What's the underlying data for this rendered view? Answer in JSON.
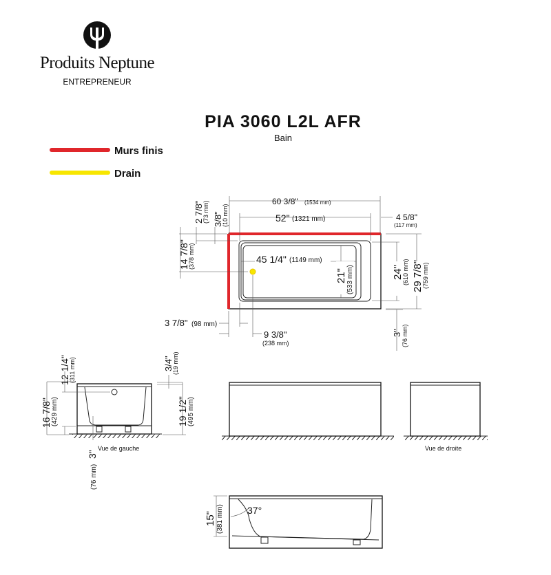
{
  "brand": {
    "name": "Produits Neptune",
    "subtitle": "ENTREPRENEUR"
  },
  "title": {
    "model": "PIA 3060 L2L AFR",
    "type": "Bain"
  },
  "legend": [
    {
      "label": "Murs finis",
      "color": "#e0262b"
    },
    {
      "label": "Drain",
      "color": "#f7e600"
    }
  ],
  "plan": {
    "overall_length": {
      "in": "60 3/8\"",
      "mm": "(1534 mm)"
    },
    "inner_length": {
      "in": "52\"",
      "mm": "(1321 mm)"
    },
    "right_rim": {
      "in": "4 5/8\"",
      "mm": "(117 mm)"
    },
    "top_offset": {
      "in": "2 7/8\"",
      "mm": "(73 mm)"
    },
    "rim_offset": {
      "in": "3/8\"",
      "mm": "(10 mm)"
    },
    "drain_y": {
      "in": "14 7/8\"",
      "mm": "(378 mm)"
    },
    "bottom_length": {
      "in": "45 1/4\"",
      "mm": "(1149 mm)"
    },
    "bottom_width": {
      "in": "21\"",
      "mm": "(533 mm)"
    },
    "inner_width": {
      "in": "24\"",
      "mm": "(610 mm)"
    },
    "overall_width": {
      "in": "29 7/8\"",
      "mm": "(759 mm)"
    },
    "left_rim": {
      "in": "3 7/8\"",
      "mm": "(98 mm)"
    },
    "drain_x": {
      "in": "9 3/8\"",
      "mm": "(238 mm)"
    },
    "bottom_rim": {
      "in": "3\"",
      "mm": "(76 mm)"
    }
  },
  "left_view": {
    "label": "Vue de gauche",
    "overflow": {
      "in": "12 1/4\"",
      "mm": "(311 mm)"
    },
    "depth": {
      "in": "16 7/8\"",
      "mm": "(429 mm)"
    },
    "base": {
      "in": "3\"",
      "mm": "(76 mm)"
    },
    "lip": {
      "in": "3/4\"",
      "mm": "(19 mm)"
    },
    "height": {
      "in": "19 1/2\"",
      "mm": "(495 mm)"
    }
  },
  "right_view": {
    "label": "Vue de droite"
  },
  "section": {
    "depth": {
      "in": "15\"",
      "mm": "(381 mm)"
    },
    "angle": "37°"
  }
}
